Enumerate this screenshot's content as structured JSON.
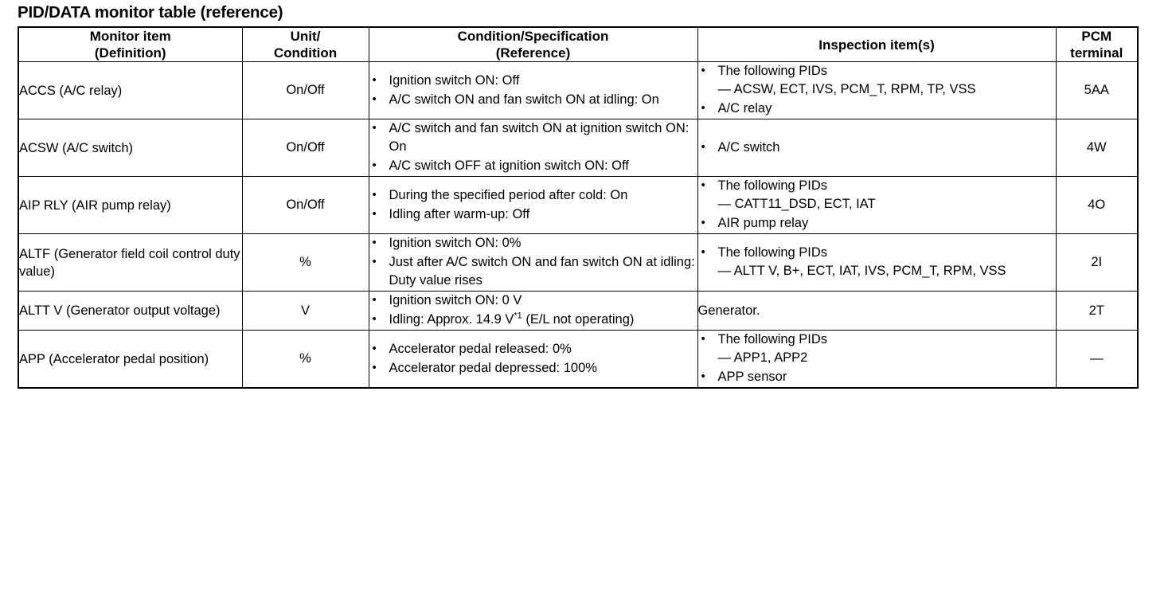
{
  "document": {
    "title": "PID/DATA monitor table (reference)"
  },
  "table": {
    "headers": {
      "monitor_item": "Monitor item\n(Definition)",
      "monitor_item_line1": "Monitor item",
      "monitor_item_line2": "(Definition)",
      "unit_line1": "Unit/",
      "unit_line2": "Condition",
      "condition_line1": "Condition/Specification",
      "condition_line2": "(Reference)",
      "inspection": "Inspection item(s)",
      "pcm_line1": "PCM",
      "pcm_line2": "terminal"
    },
    "rows": [
      {
        "monitor_item": "ACCS (A/C relay)",
        "unit": "On/Off",
        "conditions": [
          {
            "text": "Ignition switch ON: Off"
          },
          {
            "text": "A/C switch ON and fan switch ON at idling: On"
          }
        ],
        "inspection": [
          {
            "text": "The following PIDs",
            "sub": "— ACSW, ECT, IVS, PCM_T, RPM, TP, VSS"
          },
          {
            "text": "A/C relay"
          }
        ],
        "pcm_terminal": "5AA"
      },
      {
        "monitor_item": "ACSW (A/C switch)",
        "unit": "On/Off",
        "conditions": [
          {
            "text": "A/C switch and fan switch ON at ignition switch ON: On"
          },
          {
            "text": "A/C switch OFF at ignition switch ON: Off"
          }
        ],
        "inspection": [
          {
            "text": "A/C switch"
          }
        ],
        "pcm_terminal": "4W"
      },
      {
        "monitor_item": "AIP RLY (AIR pump relay)",
        "unit": "On/Off",
        "conditions": [
          {
            "text": "During the specified period after cold: On"
          },
          {
            "text": "Idling after warm-up: Off"
          }
        ],
        "inspection": [
          {
            "text": "The following PIDs",
            "sub": "— CATT11_DSD, ECT, IAT"
          },
          {
            "text": "AIR pump relay"
          }
        ],
        "pcm_terminal": "4O"
      },
      {
        "monitor_item": "ALTF (Generator field coil control duty value)",
        "unit": "%",
        "conditions": [
          {
            "text": "Ignition switch ON: 0%"
          },
          {
            "text": "Just after A/C switch ON and fan switch ON at idling: Duty value rises"
          }
        ],
        "inspection": [
          {
            "text": "The following PIDs",
            "sub": "— ALTT V, B+, ECT, IAT, IVS, PCM_T, RPM, VSS"
          }
        ],
        "pcm_terminal": "2I"
      },
      {
        "monitor_item": "ALTT V (Generator output voltage)",
        "unit": "V",
        "conditions": [
          {
            "text": "Ignition switch ON: 0 V"
          },
          {
            "text_before": "Idling: Approx. 14.9 V",
            "note": "*1",
            "text_after": " (E/L not operating)"
          }
        ],
        "inspection_plain": "Generator.",
        "pcm_terminal": "2T"
      },
      {
        "monitor_item": "APP (Accelerator pedal position)",
        "unit": "%",
        "conditions": [
          {
            "text": "Accelerator pedal released: 0%"
          },
          {
            "text": "Accelerator pedal depressed: 100%"
          }
        ],
        "inspection": [
          {
            "text": "The following PIDs",
            "sub": "— APP1, APP2"
          },
          {
            "text": "APP sensor"
          }
        ],
        "pcm_terminal": "—"
      }
    ]
  }
}
